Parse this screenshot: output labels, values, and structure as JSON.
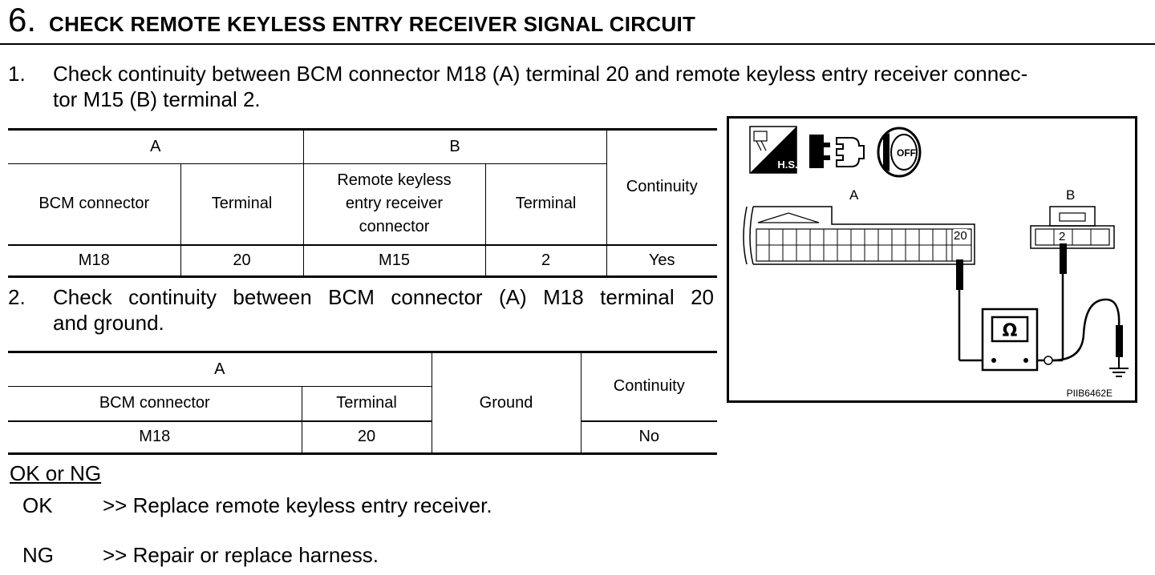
{
  "step": {
    "number": "6.",
    "title": "CHECK REMOTE KEYLESS ENTRY RECEIVER SIGNAL CIRCUIT"
  },
  "instruction1": {
    "number": "1.",
    "line1": "Check continuity between BCM connector M18 (A) terminal 20 and remote keyless entry receiver connec-",
    "line2": "tor M15 (B) terminal 2."
  },
  "table1": {
    "group_a": "A",
    "group_b": "B",
    "headers": [
      "BCM connector",
      "Terminal",
      "Remote keyless entry receiver connector",
      "Terminal",
      "Continuity"
    ],
    "header_b1_lines": [
      "Remote keyless",
      "entry receiver",
      "connector"
    ],
    "row": [
      "M18",
      "20",
      "M15",
      "2",
      "Yes"
    ]
  },
  "instruction2": {
    "number": "2.",
    "line1": "Check continuity between BCM connector (A) M18 terminal 20",
    "line2": "and ground."
  },
  "table2": {
    "group_a": "A",
    "headers": [
      "BCM connector",
      "Terminal",
      "Ground",
      "Continuity"
    ],
    "row": [
      "M18",
      "20",
      "No"
    ]
  },
  "result": {
    "label": "OK or NG",
    "ok_key": "OK",
    "ok_text": ">> Replace remote keyless entry receiver.",
    "ng_key": "NG",
    "ng_text": ">> Repair or replace harness."
  },
  "figure": {
    "connector_a_label": "A",
    "connector_b_label": "B",
    "terminal_a": "20",
    "terminal_b": "2",
    "icon_hs_text": "H.S.",
    "icon_ignition_text": "OFF",
    "meter_symbol": "Ω",
    "code": "PIIB6462E",
    "icons": [
      "harness-side-icon",
      "connector-disconnect-icon",
      "ignition-off-icon"
    ]
  }
}
